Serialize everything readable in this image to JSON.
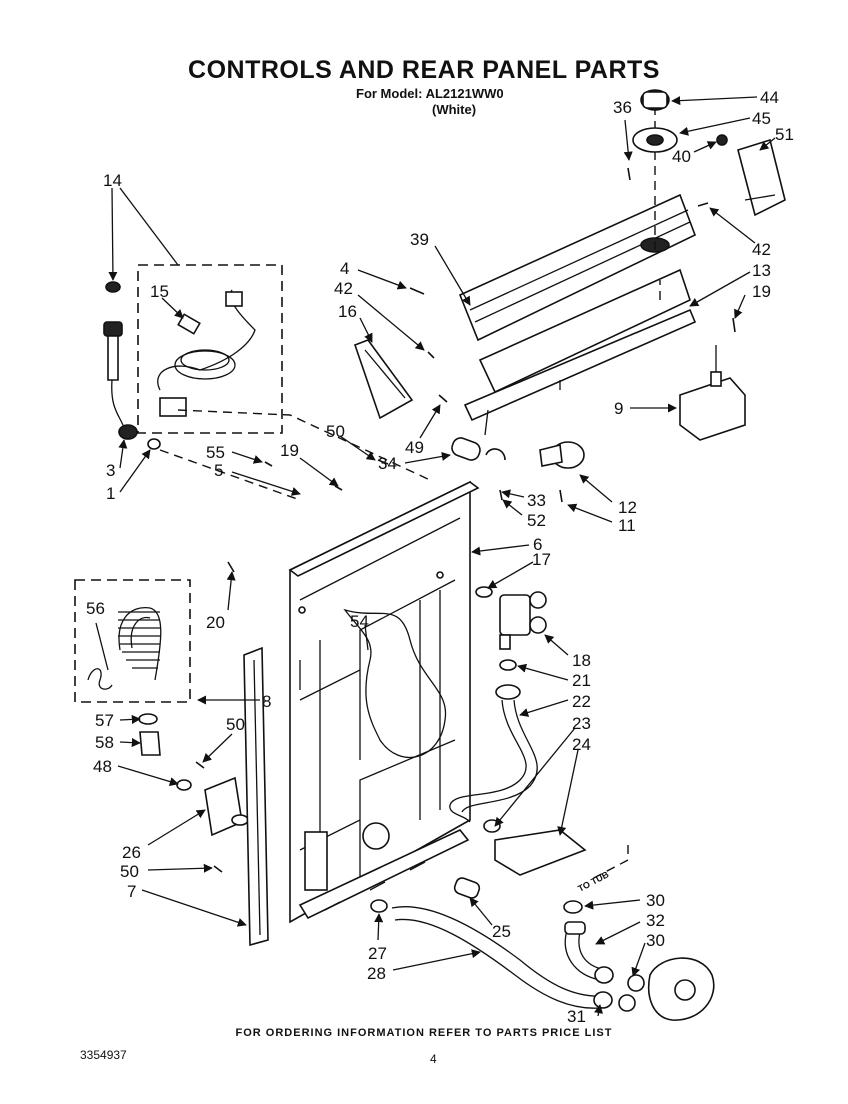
{
  "header": {
    "title": "CONTROLS AND REAR PANEL PARTS",
    "model": "For Model: AL2121WW0",
    "color": "(White)"
  },
  "footer": {
    "ordering_note": "FOR ORDERING INFORMATION REFER TO PARTS PRICE LIST",
    "document_number": "3354937",
    "page_number": "4"
  },
  "diagram": {
    "tub_label": "TO TUB",
    "callouts": [
      "1",
      "3",
      "4",
      "5",
      "6",
      "7",
      "8",
      "9",
      "11",
      "12",
      "13",
      "14",
      "15",
      "16",
      "17",
      "18",
      "19",
      "20",
      "21",
      "22",
      "23",
      "24",
      "25",
      "26",
      "27",
      "28",
      "30",
      "31",
      "32",
      "33",
      "34",
      "36",
      "39",
      "40",
      "42",
      "44",
      "45",
      "48",
      "49",
      "50",
      "51",
      "52",
      "54",
      "55",
      "56",
      "57",
      "58"
    ]
  }
}
